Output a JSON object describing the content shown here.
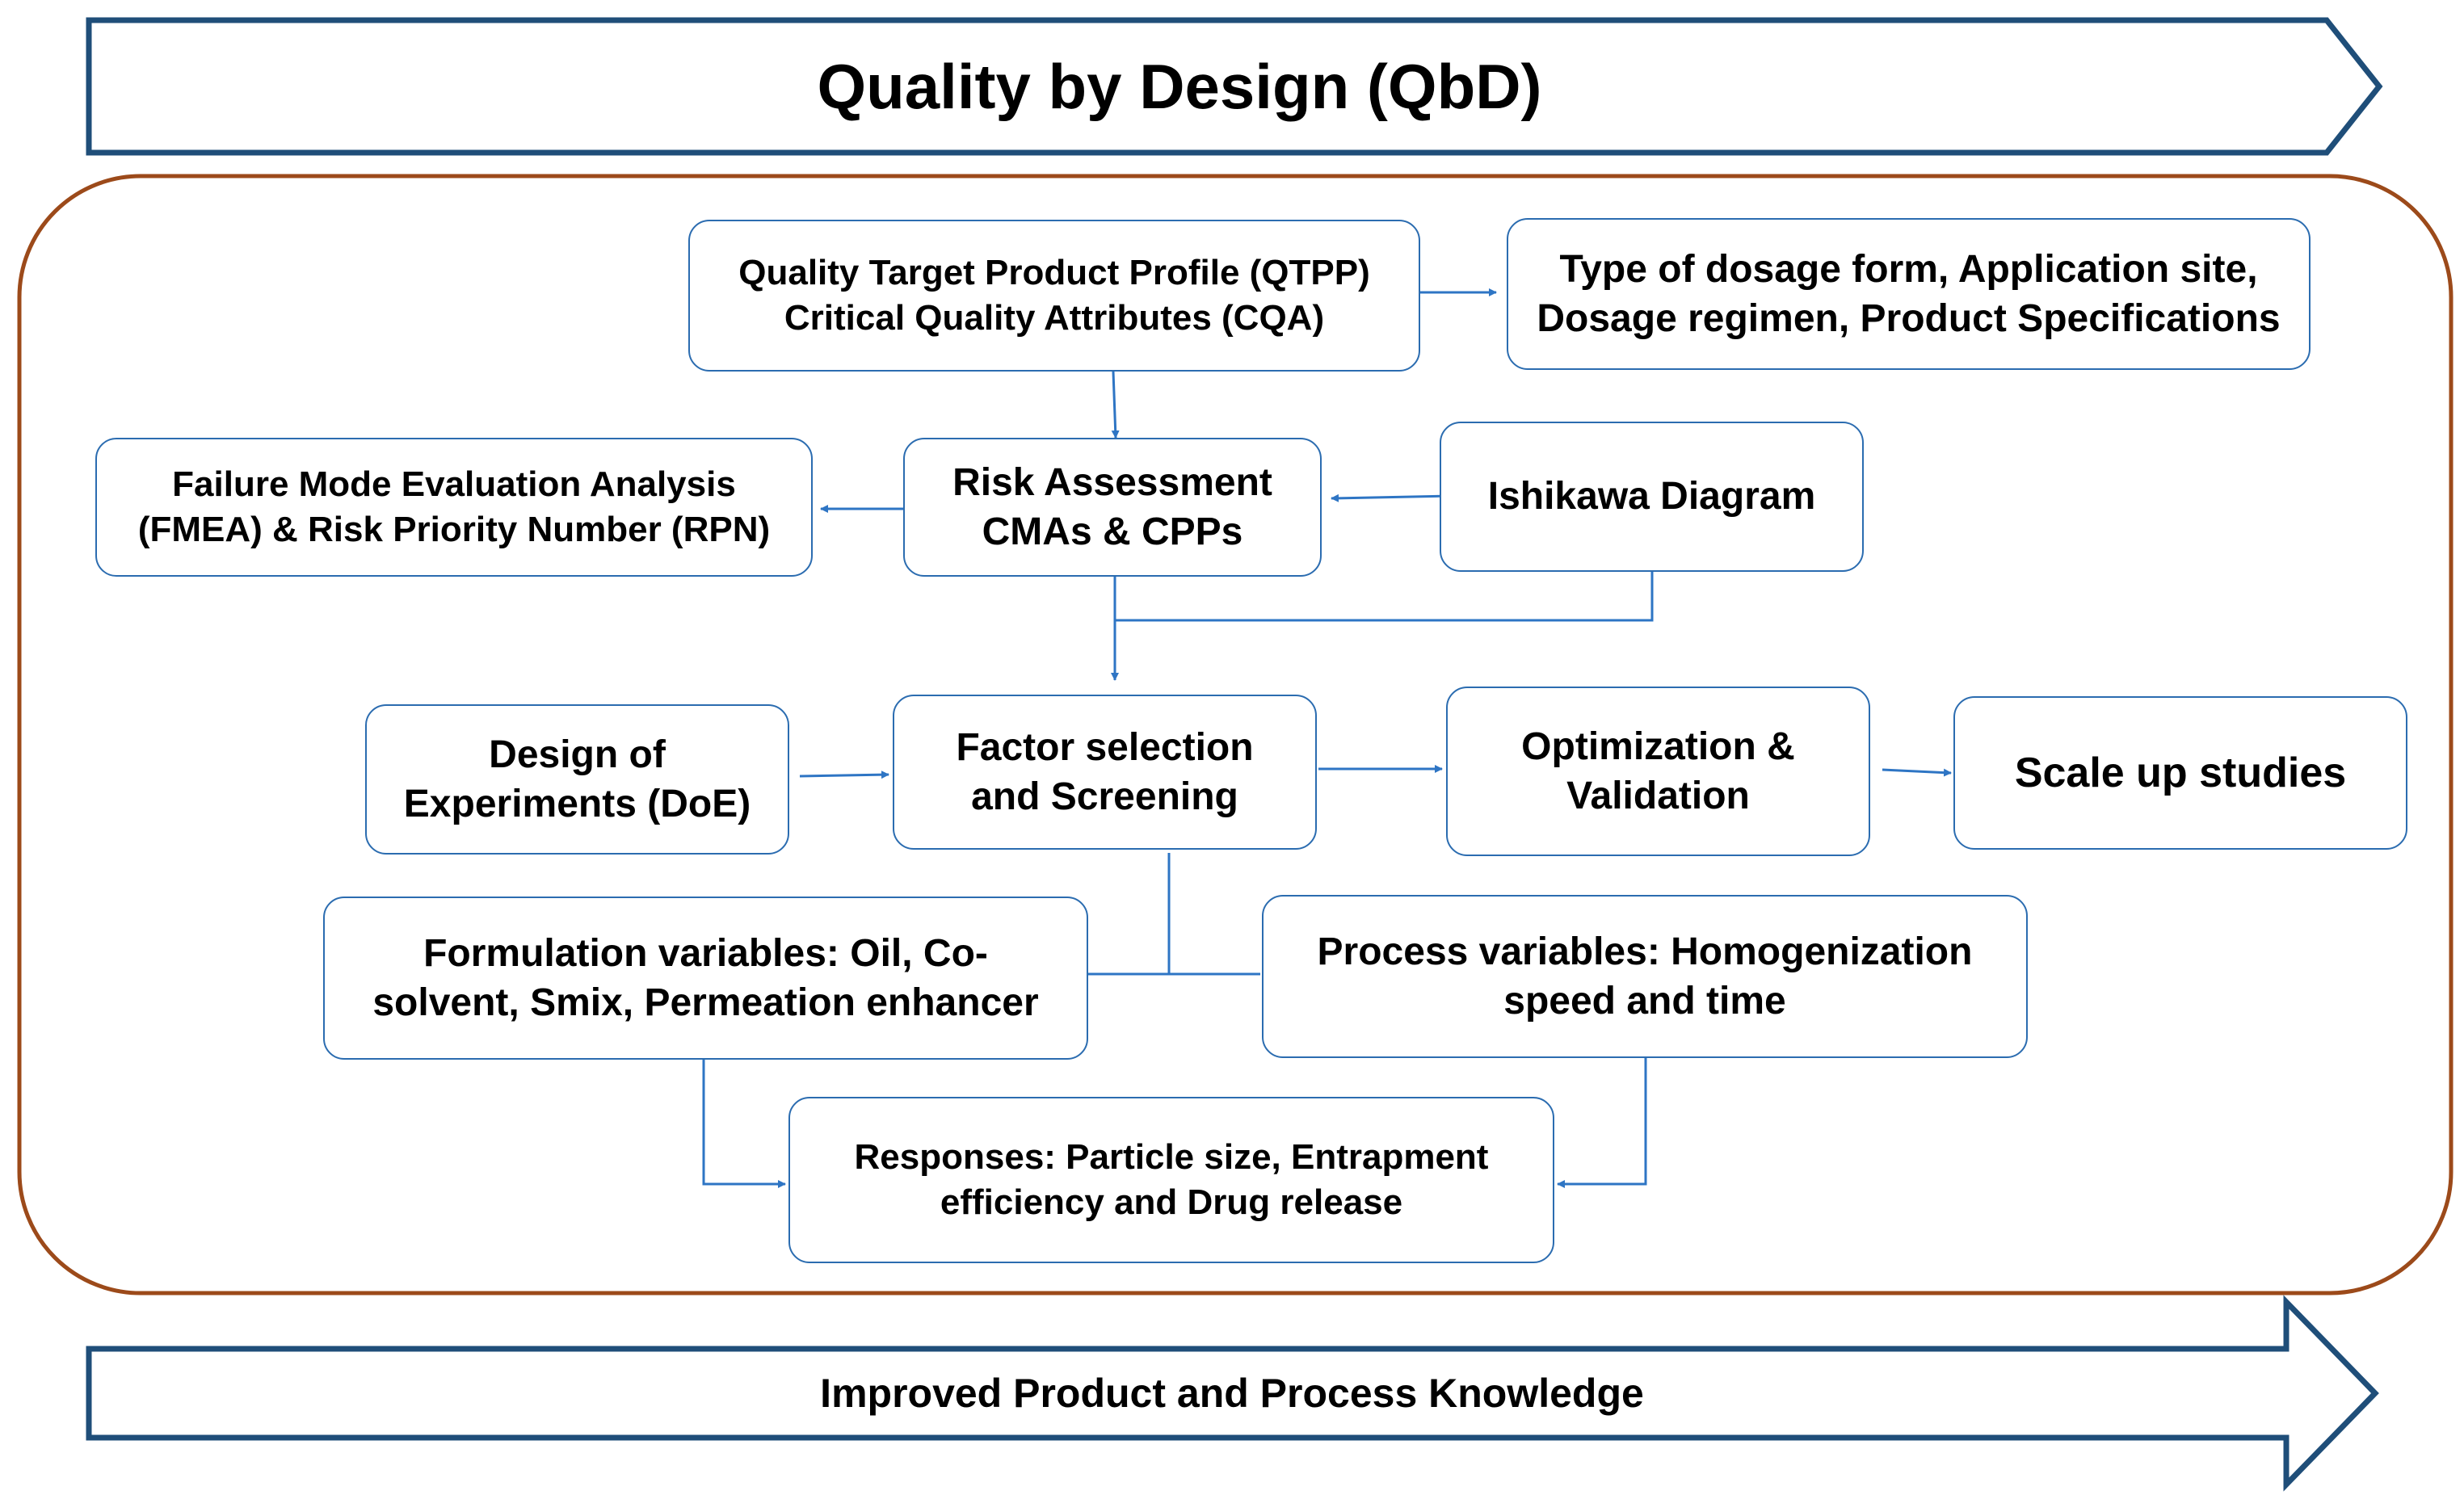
{
  "title": "Quality by Design (QbD)",
  "footer": "Improved Product and Process Knowledge",
  "colors": {
    "box_border": "#2b6cb0",
    "arrow": "#2e75c4",
    "banner_border": "#1f4e79",
    "container_border": "#9c4a1a"
  },
  "nodes": {
    "qtpp": {
      "line1": "Quality Target Product Profile (QTPP)",
      "line2": "Critical Quality Attributes (CQA)"
    },
    "dosage": {
      "line1": "Type of dosage form, Application site,",
      "line2": "Dosage regimen, Product Specifications"
    },
    "fmea": {
      "line1": "Failure Mode Evaluation Analysis",
      "line2": "(FMEA) & Risk Priority Number (RPN)"
    },
    "risk": {
      "line1": "Risk Assessment",
      "line2": "CMAs & CPPs"
    },
    "ishikawa": {
      "line1": "Ishikawa Diagram"
    },
    "doe": {
      "line1": "Design of",
      "line2": "Experiments (DoE)"
    },
    "factor": {
      "line1": "Factor selection",
      "line2": "and Screening"
    },
    "optimization": {
      "line1": "Optimization &",
      "line2": "Validation"
    },
    "scaleup": {
      "line1": "Scale up studies"
    },
    "formulation": {
      "line1": "Formulation variables: Oil, Co-",
      "line2": "solvent, Smix, Permeation enhancer"
    },
    "process": {
      "line1": "Process variables: Homogenization",
      "line2": "speed and time"
    },
    "responses": {
      "line1": "Responses: Particle size, Entrapment",
      "line2": "efficiency and Drug release"
    }
  }
}
